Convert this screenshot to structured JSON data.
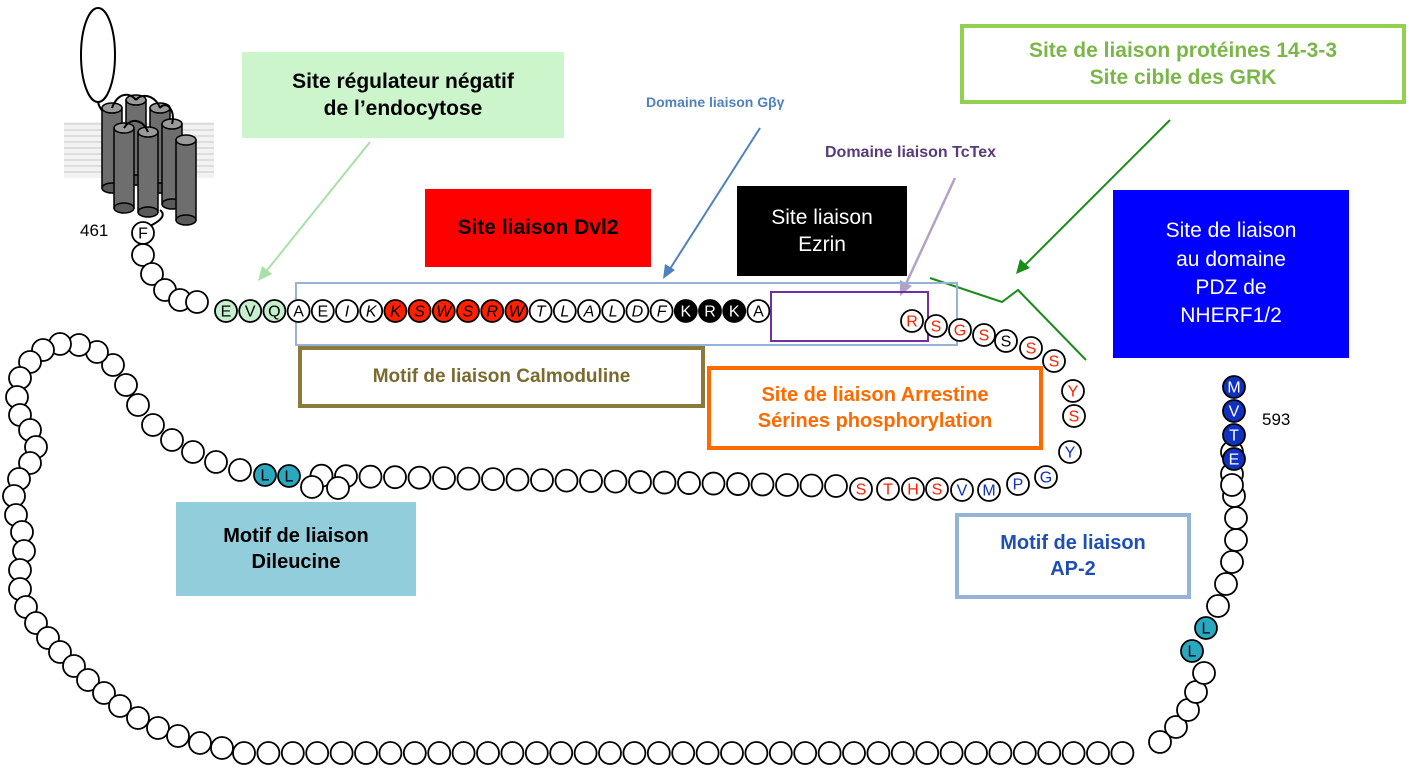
{
  "residue_start": "461",
  "residue_end": "593",
  "labels": {
    "endocytosis": [
      "Site régulateur négatif",
      "de l’endocytose"
    ],
    "gbg": "Domaine liaison Gβγ",
    "tctex": "Domaine liaison TcTex",
    "p1433": [
      "Site de liaison protéines 14-3-3",
      "Site cible des GRK"
    ],
    "dvl2": "Site liaison Dvl2",
    "ezrin": [
      "Site liaison",
      "Ezrin"
    ],
    "nherf": [
      "Site de liaison",
      "au domaine",
      "PDZ de",
      "NHERF1/2"
    ],
    "calmodulin": "Motif de liaison Calmoduline",
    "arrestin": [
      "Site de liaison Arrestine",
      "Sérines phosphorylation"
    ],
    "dileucine": [
      "Motif de liaison",
      "Dileucine"
    ],
    "ap2": [
      "Motif de liaison",
      "AP-2"
    ]
  },
  "colors": {
    "endocytosis_bg": "#ccf5cc",
    "p1433_border": "#92d050",
    "p1433_text": "#7ab648",
    "dvl2_bg": "#ff0000",
    "ezrin_bg": "#000000",
    "nherf_bg": "#0000ff",
    "calmodulin_border": "#8c7a3a",
    "calmodulin_text": "#7a6a2e",
    "arrestin_border": "#ff6a00",
    "arrestin_text": "#ff6a00",
    "dileucine_bg": "#92cddc",
    "ap2_border": "#95b3d7",
    "ap2_text": "#1f4fb4",
    "gbg_text": "#4f81bd",
    "tctex_text": "#5a3a7a",
    "residue_red": "#ff2000",
    "residue_blue": "#1030c0",
    "residue_teal": "#2aa8c0"
  },
  "residues": {
    "E1": "E",
    "V1": "V",
    "Q1": "Q",
    "A1": "A",
    "E2": "E",
    "I1": "I",
    "K1": "K",
    "K2": "K",
    "S1": "S",
    "W1": "W",
    "S2": "S",
    "R1": "R",
    "W2": "W",
    "T1": "T",
    "L1": "L",
    "A2": "A",
    "L2": "L",
    "D1": "D",
    "F1": "F",
    "K3": "K",
    "R2": "R",
    "K4": "K",
    "A3": "A",
    "R3": "R",
    "S3": "S",
    "G1": "G",
    "S4": "S",
    "S5": "S",
    "S6": "S",
    "Y1": "Y",
    "S7": "S",
    "Y2": "Y",
    "G2": "G",
    "P1": "P",
    "M1": "M",
    "V2": "V",
    "S8": "S",
    "H1": "H",
    "T2": "T",
    "S9": "S",
    "L3": "L",
    "L4": "L",
    "L5": "L",
    "L6": "L",
    "M2": "M",
    "V3": "V",
    "T3": "T",
    "E3": "E",
    "F2": "F"
  }
}
